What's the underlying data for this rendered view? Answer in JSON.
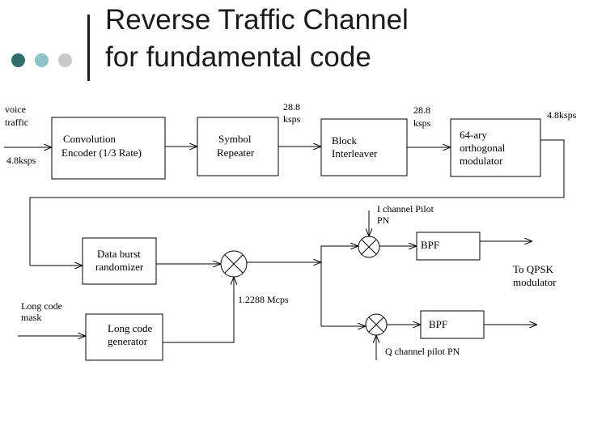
{
  "slide": {
    "title_line1": "Reverse Traffic Channel",
    "title_line2": "for fundamental code",
    "dot_colors": [
      "#2e6e6b",
      "#8fc3c9",
      "#c9c9c9"
    ]
  },
  "diagram": {
    "inputs": {
      "voice_l1": "voice",
      "voice_l2": "traffic",
      "voice_rate": "4.8ksps",
      "long_code_l1": "Long code",
      "long_code_l2": "mask"
    },
    "rates": {
      "r1_l1": "28.8",
      "r1_l2": "ksps",
      "r2_l1": "28.8",
      "r2_l2": "ksps",
      "r3": "4.8ksps",
      "chip": "1.2288 Mcps"
    },
    "blocks": {
      "conv_l1": "Convolution",
      "conv_l2": "Encoder (1/3 Rate)",
      "sym_l1": "Symbol",
      "sym_l2": "Repeater",
      "blk_l1": "Block",
      "blk_l2": "Interleaver",
      "orth_l1": "64-ary",
      "orth_l2": "orthogonal",
      "orth_l3": "modulator",
      "burst_l1": "Data burst",
      "burst_l2": "randomizer",
      "lcg_l1": "Long code",
      "lcg_l2": "generator",
      "bpf_i": "BPF",
      "bpf_q": "BPF"
    },
    "pilots": {
      "i_l1": "I channel Pilot",
      "i_l2": "PN",
      "q": "Q channel pilot PN"
    },
    "output": {
      "l1": "To QPSK",
      "l2": "modulator"
    }
  }
}
